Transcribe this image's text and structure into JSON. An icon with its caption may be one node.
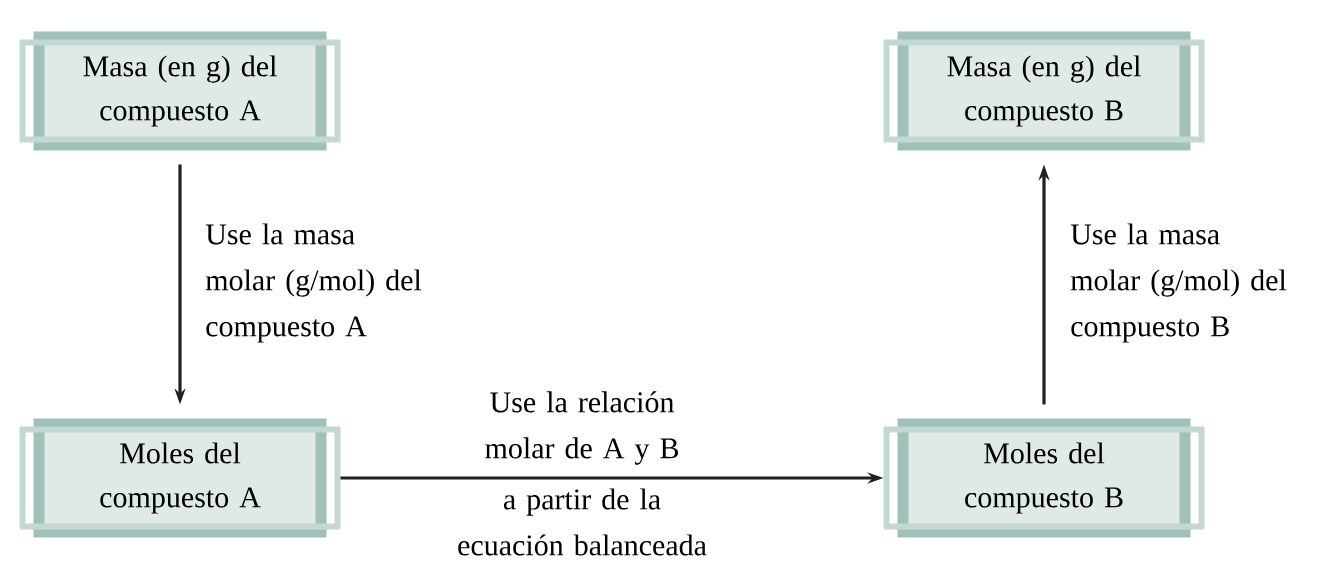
{
  "diagram": {
    "nodes": [
      {
        "text": [
          "Masa (en g) del compuesto A"
        ]
      },
      {
        "text": [
          "Masa (en g) del compuesto B"
        ]
      },
      {
        "text": [
          "Moles del compuesto A"
        ]
      },
      {
        "text": [
          "Moles del compuesto B"
        ]
      }
    ],
    "edges": [
      {
        "from": 0,
        "to": 2,
        "arrow": "to",
        "label": "Use la masa molar (g/mol) del compuesto A"
      },
      {
        "from": 2,
        "to": 3,
        "arrow": "to",
        "label": "Use la relación molar de A y B"
      },
      {
        "from": 3,
        "to": 1,
        "arrow": "to",
        "label": "Use la masa molar (g/mol) del compuesto B"
      }
    ],
    "labels": [
      "a partir de la ecuación balanceada"
    ]
  }
}
